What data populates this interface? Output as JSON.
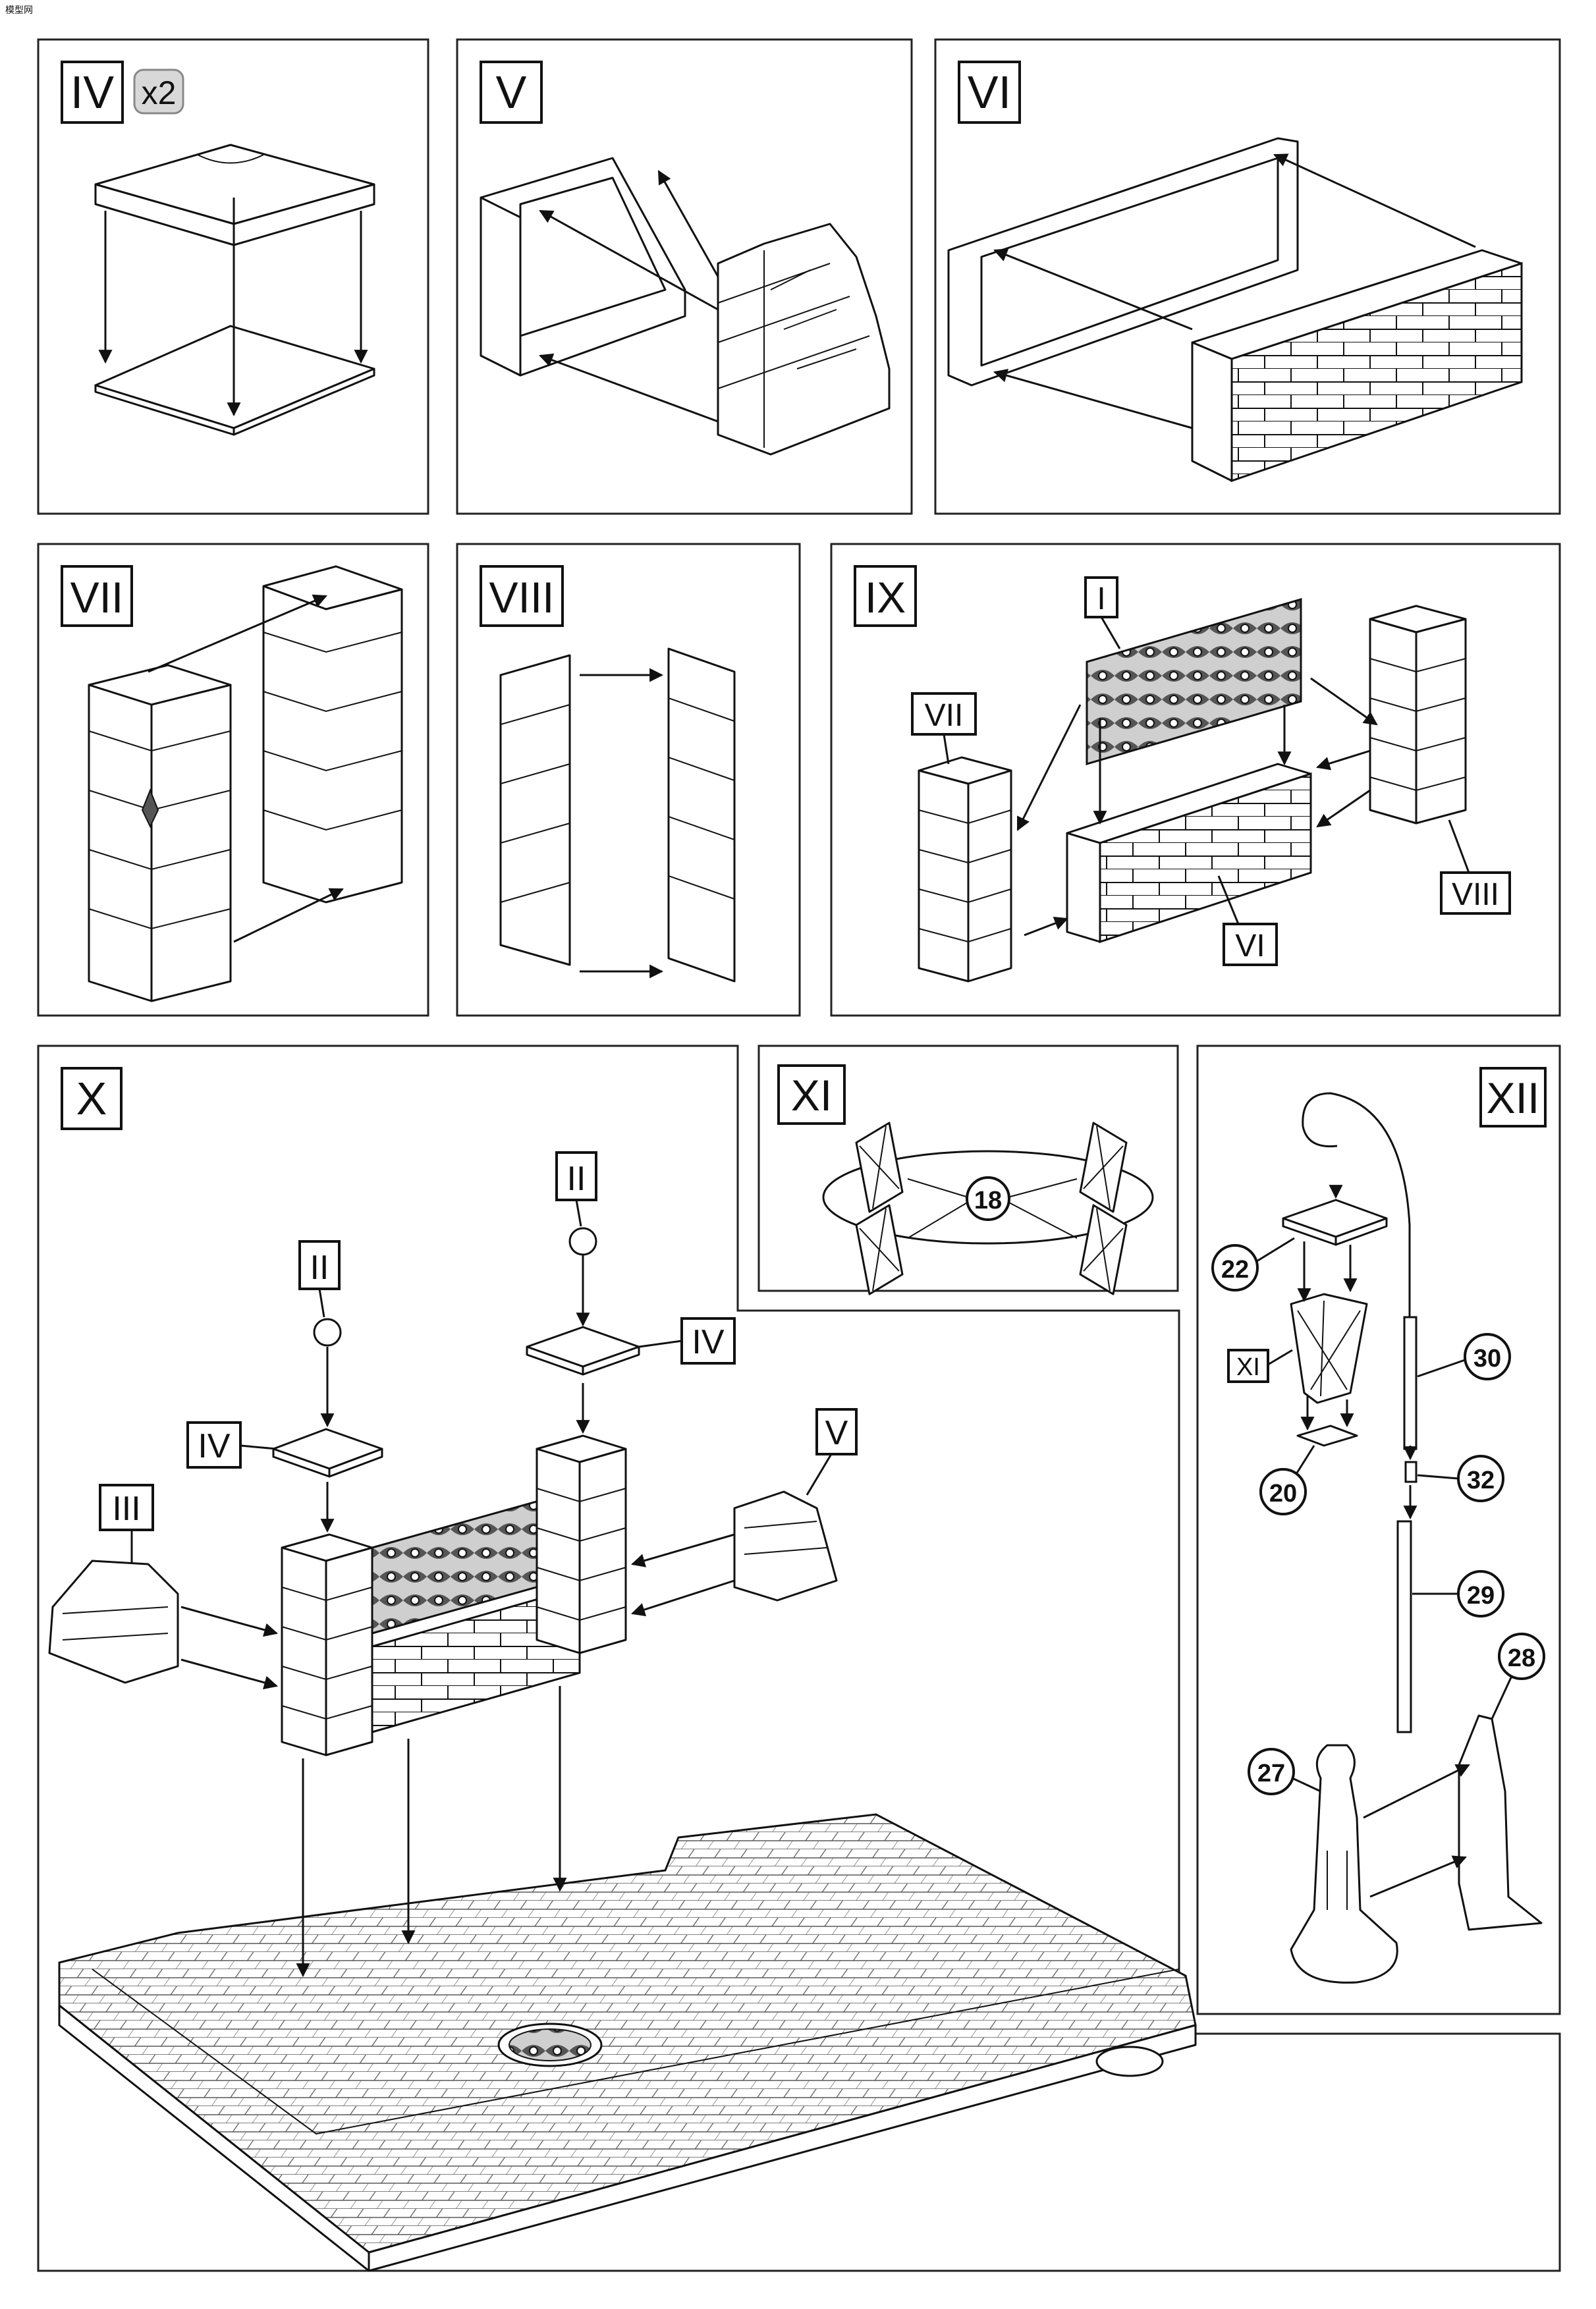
{
  "logo": {
    "text": "模型网"
  },
  "steps": {
    "iv": {
      "label": "IV",
      "multiplier": "x2"
    },
    "v": {
      "label": "V"
    },
    "vi": {
      "label": "VI"
    },
    "vii": {
      "label": "VII"
    },
    "viii": {
      "label": "VIII"
    },
    "ix": {
      "label": "IX",
      "callouts": {
        "i": "I",
        "vii": "VII",
        "vi": "VI",
        "viii": "VIII"
      }
    },
    "x": {
      "label": "X",
      "callouts": {
        "ii_left": "II",
        "ii_right": "II",
        "iv_left": "IV",
        "iv_right": "IV",
        "iii": "III",
        "v": "V"
      }
    },
    "xi": {
      "label": "XI",
      "part": "18"
    },
    "xii": {
      "label": "XII",
      "callouts": {
        "xi": "XI"
      },
      "parts": [
        "22",
        "30",
        "32",
        "20",
        "29",
        "28",
        "27"
      ]
    }
  }
}
